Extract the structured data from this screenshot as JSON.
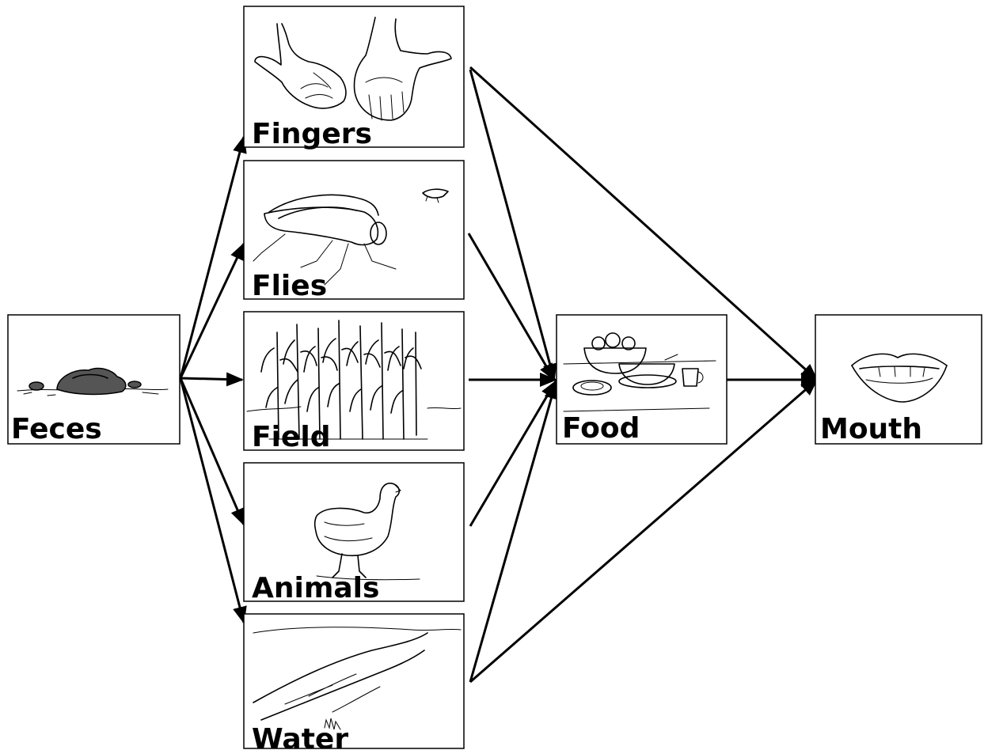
{
  "diagram": {
    "nodes": {
      "feces": {
        "label": "Feces",
        "icon": "feces-icon"
      },
      "fingers": {
        "label": "Fingers",
        "icon": "hands-icon"
      },
      "flies": {
        "label": "Flies",
        "icon": "fly-icon"
      },
      "field": {
        "label": "Field",
        "icon": "corn-field-icon"
      },
      "animals": {
        "label": "Animals",
        "icon": "chicken-icon"
      },
      "water": {
        "label": "Water",
        "icon": "stream-icon"
      },
      "food": {
        "label": "Food",
        "icon": "food-bowl-icon"
      },
      "mouth": {
        "label": "Mouth",
        "icon": "mouth-icon"
      }
    },
    "edges": [
      {
        "from": "feces",
        "to": "fingers"
      },
      {
        "from": "feces",
        "to": "flies"
      },
      {
        "from": "feces",
        "to": "field"
      },
      {
        "from": "feces",
        "to": "animals"
      },
      {
        "from": "feces",
        "to": "water"
      },
      {
        "from": "fingers",
        "to": "food"
      },
      {
        "from": "fingers",
        "to": "mouth"
      },
      {
        "from": "flies",
        "to": "food"
      },
      {
        "from": "field",
        "to": "food"
      },
      {
        "from": "animals",
        "to": "food"
      },
      {
        "from": "water",
        "to": "food"
      },
      {
        "from": "water",
        "to": "mouth"
      },
      {
        "from": "food",
        "to": "mouth"
      }
    ],
    "colors": {
      "stroke": "#000000",
      "background": "#ffffff"
    }
  }
}
